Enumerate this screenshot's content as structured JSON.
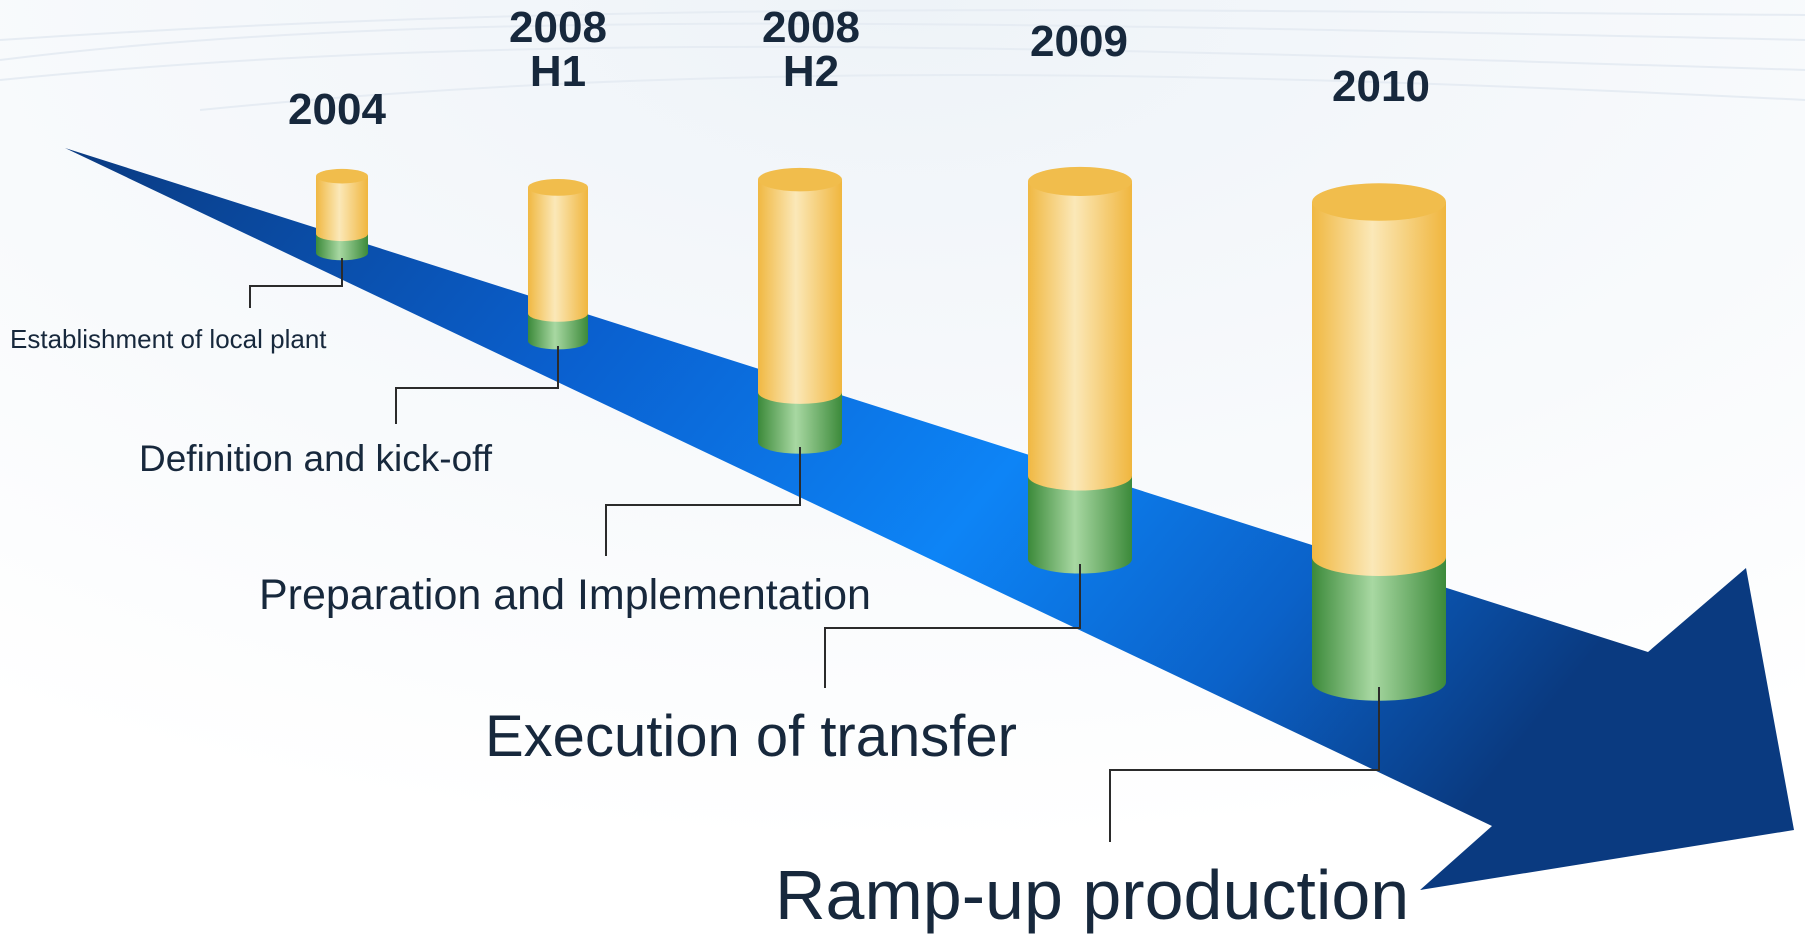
{
  "slide": {
    "accent_colors": {
      "arrow_dark": "#0c3f8c",
      "arrow_light": "#0d7ff2",
      "cylinder_top": "#f1bd4c",
      "cylinder_body": "#f9e2ab",
      "cylinder_green": "#9cd49a",
      "cylinder_green_dark": "#3d8a3d",
      "text": "#17283c"
    },
    "milestones": [
      {
        "year": "2004",
        "sub": "",
        "phase": "Establishment of local plant"
      },
      {
        "year": "2008",
        "sub": "H1",
        "phase": "Definition and kick-off"
      },
      {
        "year": "2008",
        "sub": "H2",
        "phase": "Preparation and Implementation"
      },
      {
        "year": "2009",
        "sub": "",
        "phase": "Execution of transfer"
      },
      {
        "year": "2010",
        "sub": "",
        "phase": "Ramp-up production"
      }
    ],
    "cylinder_levels": [
      {
        "total": 0.12,
        "green_fraction": 0.25
      },
      {
        "total": 0.24,
        "green_fraction": 0.18
      },
      {
        "total": 0.41,
        "green_fraction": 0.19
      },
      {
        "total": 0.59,
        "green_fraction": 0.22
      },
      {
        "total": 0.75,
        "green_fraction": 0.26
      }
    ]
  }
}
